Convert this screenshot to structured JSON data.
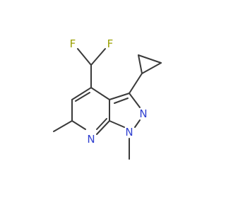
{
  "molecule": {
    "atoms": {
      "F_left": {
        "symbol": "F"
      },
      "F_right": {
        "symbol": "F"
      },
      "N_pyridine": {
        "symbol": "N"
      },
      "N1": {
        "symbol": "N"
      },
      "N2": {
        "symbol": "N"
      }
    }
  },
  "colors": {
    "bond": "#3a3a3a",
    "fluorine": "#9aa000",
    "nitrogen": "#3040d0",
    "background": "#ffffff"
  }
}
